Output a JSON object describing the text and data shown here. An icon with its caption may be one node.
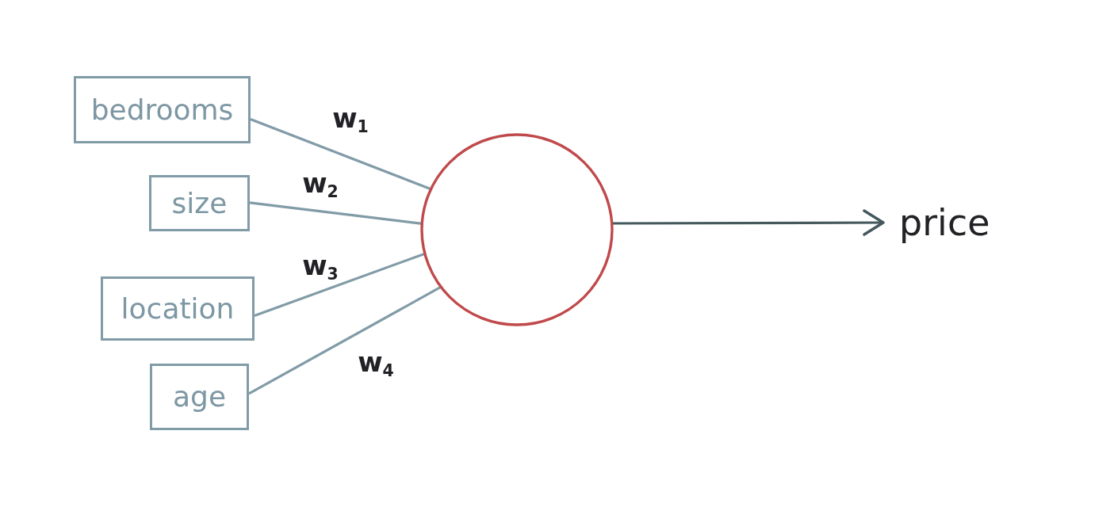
{
  "diagram": {
    "nodes": [
      {
        "text": [
          "bedrooms"
        ]
      },
      {
        "text": [
          "size"
        ]
      },
      {
        "text": [
          "location"
        ]
      },
      {
        "text": [
          "age"
        ]
      },
      {
        "text": [],
        "shape": "circle"
      },
      {
        "text": [
          "price"
        ]
      }
    ],
    "edges": [
      {
        "from": 0,
        "to": 4,
        "arrow": "none",
        "label": "w$_{1}$"
      },
      {
        "from": 1,
        "to": 4,
        "arrow": "none",
        "label": "w$_{2}$"
      },
      {
        "from": 2,
        "to": 4,
        "arrow": "none",
        "label": "w$_{3}$"
      },
      {
        "from": 3,
        "to": 4,
        "arrow": "none",
        "label": "w$_{4}$"
      },
      {
        "from": 4,
        "to": 5,
        "arrow": "to",
        "color": "#44585d"
      }
    ]
  }
}
